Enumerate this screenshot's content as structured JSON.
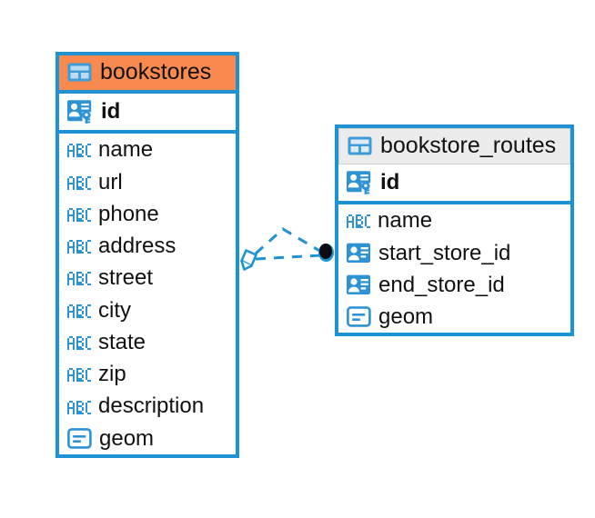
{
  "diagram": {
    "type": "entity-relationship-diagram",
    "background": "#FFFFFF",
    "accent_color": "#1E93D3",
    "highlight_color": "#F98A4F",
    "header_grey": "#ECECEC"
  },
  "entities": [
    {
      "id": "bookstores",
      "name": "bookstores",
      "header_style": "orange",
      "header_icon": "table-icon",
      "selected": true,
      "primary_key": {
        "name": "id",
        "icon": "primary-key-icon",
        "type": "pk"
      },
      "fields": [
        {
          "name": "name",
          "icon": "abc-text-icon"
        },
        {
          "name": "url",
          "icon": "abc-text-icon"
        },
        {
          "name": "phone",
          "icon": "abc-text-icon"
        },
        {
          "name": "address",
          "icon": "abc-text-icon"
        },
        {
          "name": "street",
          "icon": "abc-text-icon"
        },
        {
          "name": "city",
          "icon": "abc-text-icon"
        },
        {
          "name": "state",
          "icon": "abc-text-icon"
        },
        {
          "name": "zip",
          "icon": "abc-text-icon"
        },
        {
          "name": "description",
          "icon": "abc-text-icon"
        },
        {
          "name": "geom",
          "icon": "geometry-icon"
        }
      ]
    },
    {
      "id": "bookstore_routes",
      "name": "bookstore_routes",
      "header_style": "grey",
      "header_icon": "table-icon",
      "selected": false,
      "primary_key": {
        "name": "id",
        "icon": "primary-key-icon",
        "type": "pk"
      },
      "fields": [
        {
          "name": "name",
          "icon": "abc-text-icon"
        },
        {
          "name": "start_store_id",
          "icon": "foreign-key-icon"
        },
        {
          "name": "end_store_id",
          "icon": "foreign-key-icon"
        },
        {
          "name": "geom",
          "icon": "geometry-icon"
        }
      ]
    }
  ],
  "relationship": {
    "name": "bookstores-to-bookstore_routes",
    "style": "dashed",
    "color": "#1E93D3",
    "source_marker": "diamond-marker",
    "target_marker": "filled-circle-marker",
    "source_entity": "bookstores",
    "target_entity": "bookstore_routes"
  }
}
